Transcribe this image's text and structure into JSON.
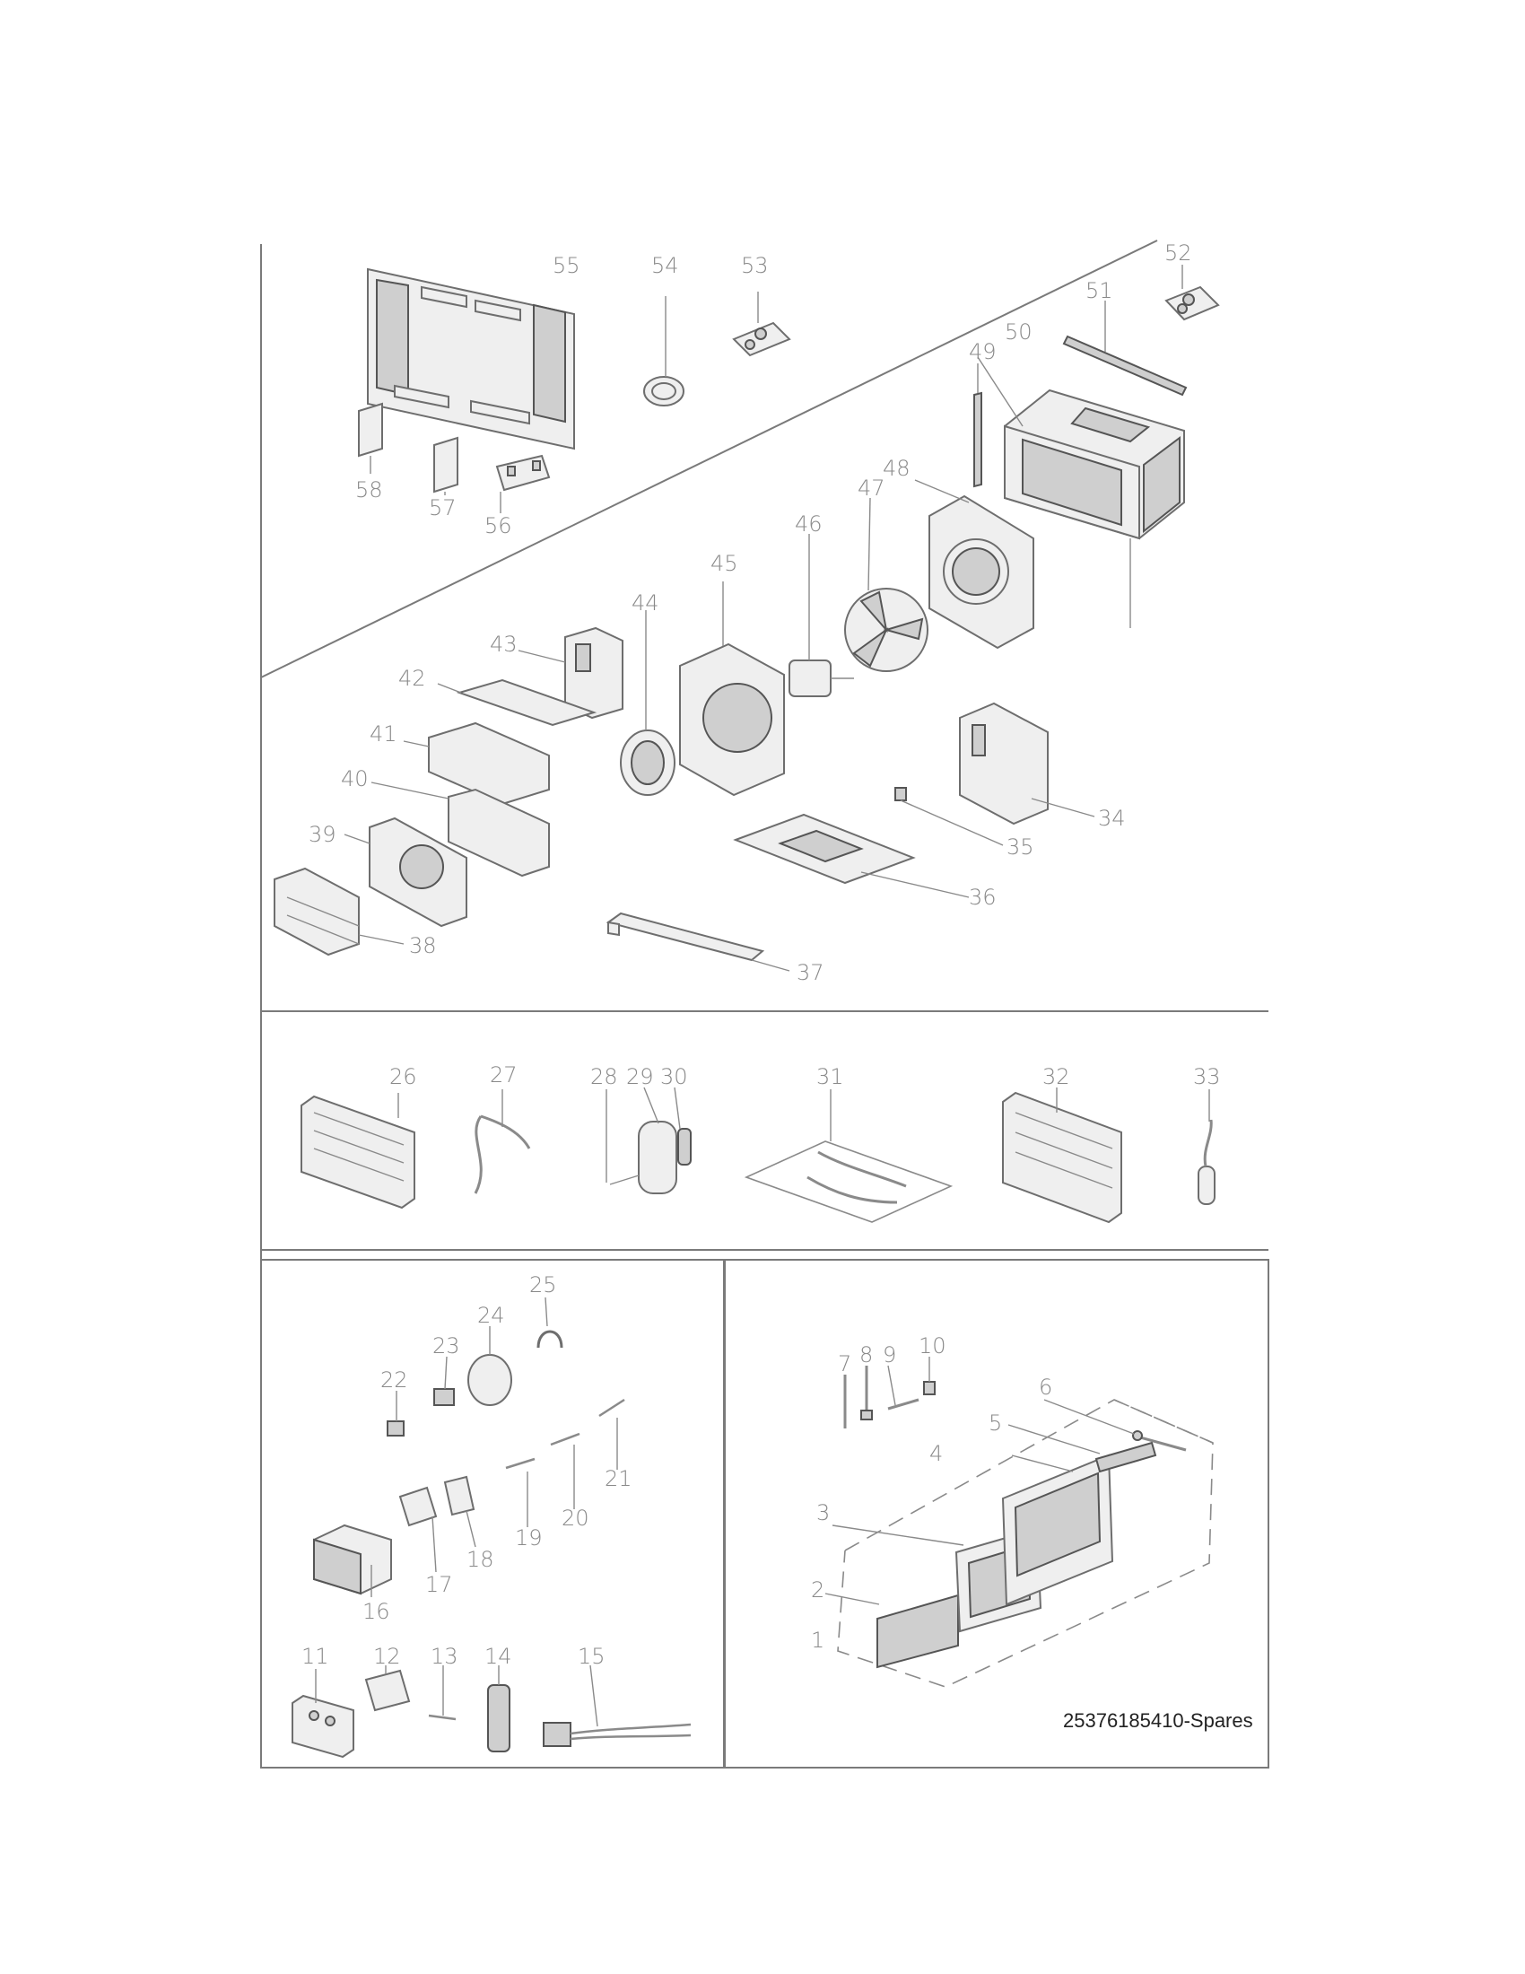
{
  "spares_code": "25376185410-Spares",
  "callouts": {
    "c1": "1",
    "c2": "2",
    "c3": "3",
    "c4": "4",
    "c5": "5",
    "c6": "6",
    "c7": "7",
    "c8": "8",
    "c9": "9",
    "c10": "10",
    "c11": "11",
    "c12": "12",
    "c13": "13",
    "c14": "14",
    "c15": "15",
    "c16": "16",
    "c17": "17",
    "c18": "18",
    "c19": "19",
    "c20": "20",
    "c21": "21",
    "c22": "22",
    "c23": "23",
    "c24": "24",
    "c25": "25",
    "c26": "26",
    "c27": "27",
    "c28": "28",
    "c29": "29",
    "c30": "30",
    "c31": "31",
    "c32": "32",
    "c33": "33",
    "c34": "34",
    "c35": "35",
    "c36": "36",
    "c37": "37",
    "c38": "38",
    "c39": "39",
    "c40": "40",
    "c41": "41",
    "c42": "42",
    "c43": "43",
    "c44": "44",
    "c45": "45",
    "c46": "46",
    "c47": "47",
    "c48": "48",
    "c49": "49",
    "c50": "50",
    "c51": "51",
    "c52": "52",
    "c53": "53",
    "c54": "54",
    "c55": "55",
    "c56": "56",
    "c57": "57",
    "c58": "58"
  }
}
